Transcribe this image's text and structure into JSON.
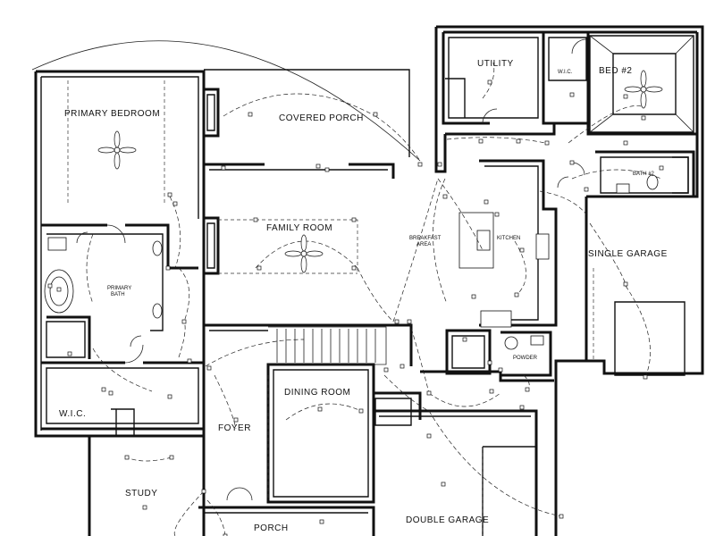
{
  "rooms": {
    "primary_bedroom": "PRIMARY BEDROOM",
    "covered_porch": "COVERED PORCH",
    "utility": "UTILITY",
    "wic_small": "W.I.C.",
    "bed2": "BED #2",
    "bath2": "BATH #2",
    "family_room": "FAMILY ROOM",
    "breakfast_area_1": "BREAKFAST",
    "breakfast_area_2": "AREA",
    "kitchen": "KITCHEN",
    "single_garage": "SINGLE GARAGE",
    "primary_bath_1": "PRIMARY",
    "primary_bath_2": "BATH",
    "powder": "POWDER",
    "wic_large": "W.I.C.",
    "dining_room": "DINING ROOM",
    "foyer": "FOYER",
    "study": "STUDY",
    "porch": "PORCH",
    "double_garage": "DOUBLE GARAGE"
  },
  "colors": {
    "ink": "#111111",
    "paper": "#ffffff"
  },
  "icons": {
    "ceiling_fan": "ceiling-fan-icon",
    "light_fixture": "ceiling-light-icon",
    "switch": "switch-icon"
  }
}
